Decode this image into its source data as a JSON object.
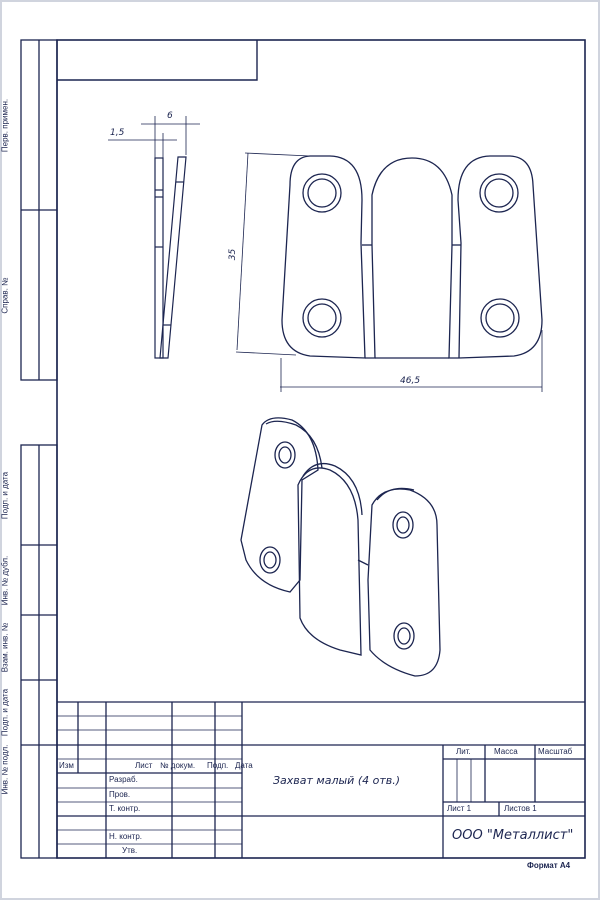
{
  "side_strip": {
    "perv_primen": "Перв. примен.",
    "sprav_no": "Справ. №",
    "podp_data_1": "Подп. и дата",
    "inv_dubl": "Инв. № дубл.",
    "vzam_inv": "Взам. инв. №",
    "podp_data_2": "Подп. и дата",
    "inv_podl": "Инв. № подл."
  },
  "dimensions": {
    "thickness_total": "6",
    "thickness_plate": "1,5",
    "height": "35",
    "width": "46,5"
  },
  "title_block": {
    "izm": "Изм",
    "list": "Лист",
    "no_dokum": "№ докум.",
    "podp": "Подп.",
    "data": "Дата",
    "razrab": "Разраб.",
    "prov": "Пров.",
    "t_kontr": "Т. контр.",
    "n_kontr": "Н. контр.",
    "utv": "Утв.",
    "part_name": "Захват малый (4 отв.)",
    "lit": "Лит.",
    "massa": "Масса",
    "masshtab": "Масштаб",
    "sheet": "Лист 1",
    "sheets": "Листов 1",
    "company": "ООО \"Металлист\"",
    "format": "Формат А4"
  },
  "colors": {
    "ink": "#1c2550"
  }
}
